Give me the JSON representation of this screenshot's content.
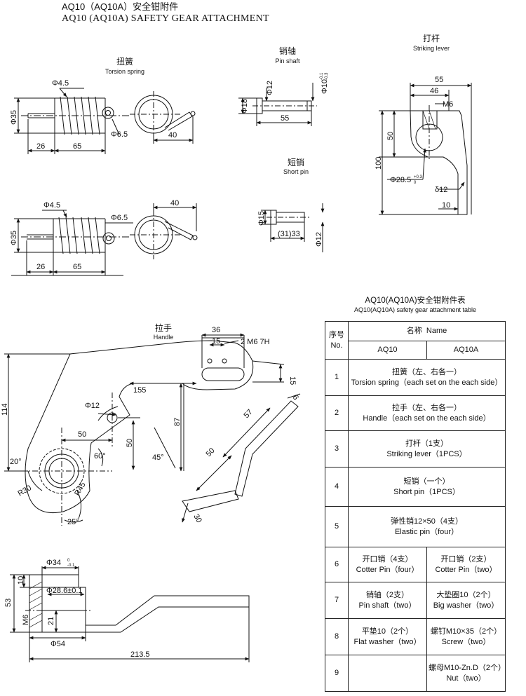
{
  "title": {
    "zh": "AQ10（AQ10A）安全钳附件",
    "en": "AQ10 (AQ10A) SAFETY GEAR ATTACHMENT"
  },
  "torsion_spring": {
    "zh": "扭簧",
    "en": "Torsion spring",
    "top": {
      "wire": "Φ4.5",
      "od": "Φ35",
      "eye": "Φ6.5",
      "l1": "26",
      "l2": "65",
      "leg": "40"
    },
    "bottom": {
      "wire": "Φ4.5",
      "od": "Φ35",
      "eye": "Φ6.5",
      "l1": "26",
      "l2": "65",
      "leg": "40"
    }
  },
  "pin_shaft": {
    "zh": "销轴",
    "en": "Pin shaft",
    "d_shaft": "Φ12",
    "d_head": "Φ18",
    "d_tol": "Φ10",
    "tol_up": "-0.1",
    "tol_dn": "-0.3",
    "length": "55"
  },
  "short_pin": {
    "zh": "短销",
    "en": "Short pin",
    "d_head": "Φ15",
    "d_shaft": "Φ12",
    "length": "(31)33"
  },
  "striking_lever": {
    "zh": "打杆",
    "en": "Striking lever",
    "w1": "55",
    "w2": "46",
    "thread": "M6",
    "h1": "50",
    "h2": "100",
    "hole": "Φ28.5",
    "hole_up": "+0.3",
    "hole_dn": "0",
    "thick": "δ12",
    "tip": "10"
  },
  "handle": {
    "zh": "拉手",
    "en": "Handle",
    "d36": "36",
    "d15a": "15",
    "thread": "2 M6 7H",
    "d15b": "15",
    "d155": "155",
    "d114": "114",
    "d12": "Φ12",
    "d87": "87",
    "d50a": "50",
    "d50b": "50",
    "d57": "57",
    "d50c": "50",
    "d6": "6",
    "d30": "30",
    "a20": "20°",
    "a60": "60°",
    "a45": "45°",
    "a25": "25°",
    "r30": "R30",
    "r45": "R45"
  },
  "side_view": {
    "d34": "Φ34",
    "d34_up": "0",
    "d34_dn": "-0.1",
    "d10": "10",
    "d28": "Φ28.6±0.1",
    "d53": "53",
    "d21": "21",
    "m6": "M6",
    "d54": "Φ54",
    "d213": "213.5"
  },
  "table": {
    "title_zh": "AQ10(AQ10A)安全钳附件表",
    "title_en": "AQ10(AQ10A)  safety gear attachment table",
    "h_no_zh": "序号",
    "h_no_en": "No.",
    "h_name_zh": "名称",
    "h_name_en": "Name",
    "h_aq10": "AQ10",
    "h_aq10a": "AQ10A",
    "rows": [
      {
        "no": "1",
        "zh": "扭簧（左、右各一）",
        "en": "Torsion spring（each set on the each side）"
      },
      {
        "no": "2",
        "zh": "拉手（左、右各一）",
        "en": "Handle（each set on the each side）"
      },
      {
        "no": "3",
        "zh": "打杆（1支）",
        "en": "Striking lever（1PCS）"
      },
      {
        "no": "4",
        "zh": "短销（一个）",
        "en": "Short pin（1PCS）"
      },
      {
        "no": "5",
        "zh": "弹性销12×50（4支）",
        "en": "Elastic pin（four）"
      },
      {
        "no": "6",
        "a_zh": "开口销（4支）",
        "a_en": "Cotter Pin（four）",
        "b_zh": "开口销（2支）",
        "b_en": "Cotter Pin（two）"
      },
      {
        "no": "7",
        "a_zh": "销轴（2支）",
        "a_en": "Pin shaft（two）",
        "b_zh": "大垫圈10（2个）",
        "b_en": "Big washer（two）"
      },
      {
        "no": "8",
        "a_zh": "平垫10（2个）",
        "a_en": "Flat washer（two）",
        "b_zh": "螺钉M10×35（2个）",
        "b_en": "Screw（two）"
      },
      {
        "no": "9",
        "a_zh": "",
        "a_en": "",
        "b_zh": "螺母M10-Zn.D（2个）",
        "b_en": "Nut（two）"
      }
    ]
  }
}
